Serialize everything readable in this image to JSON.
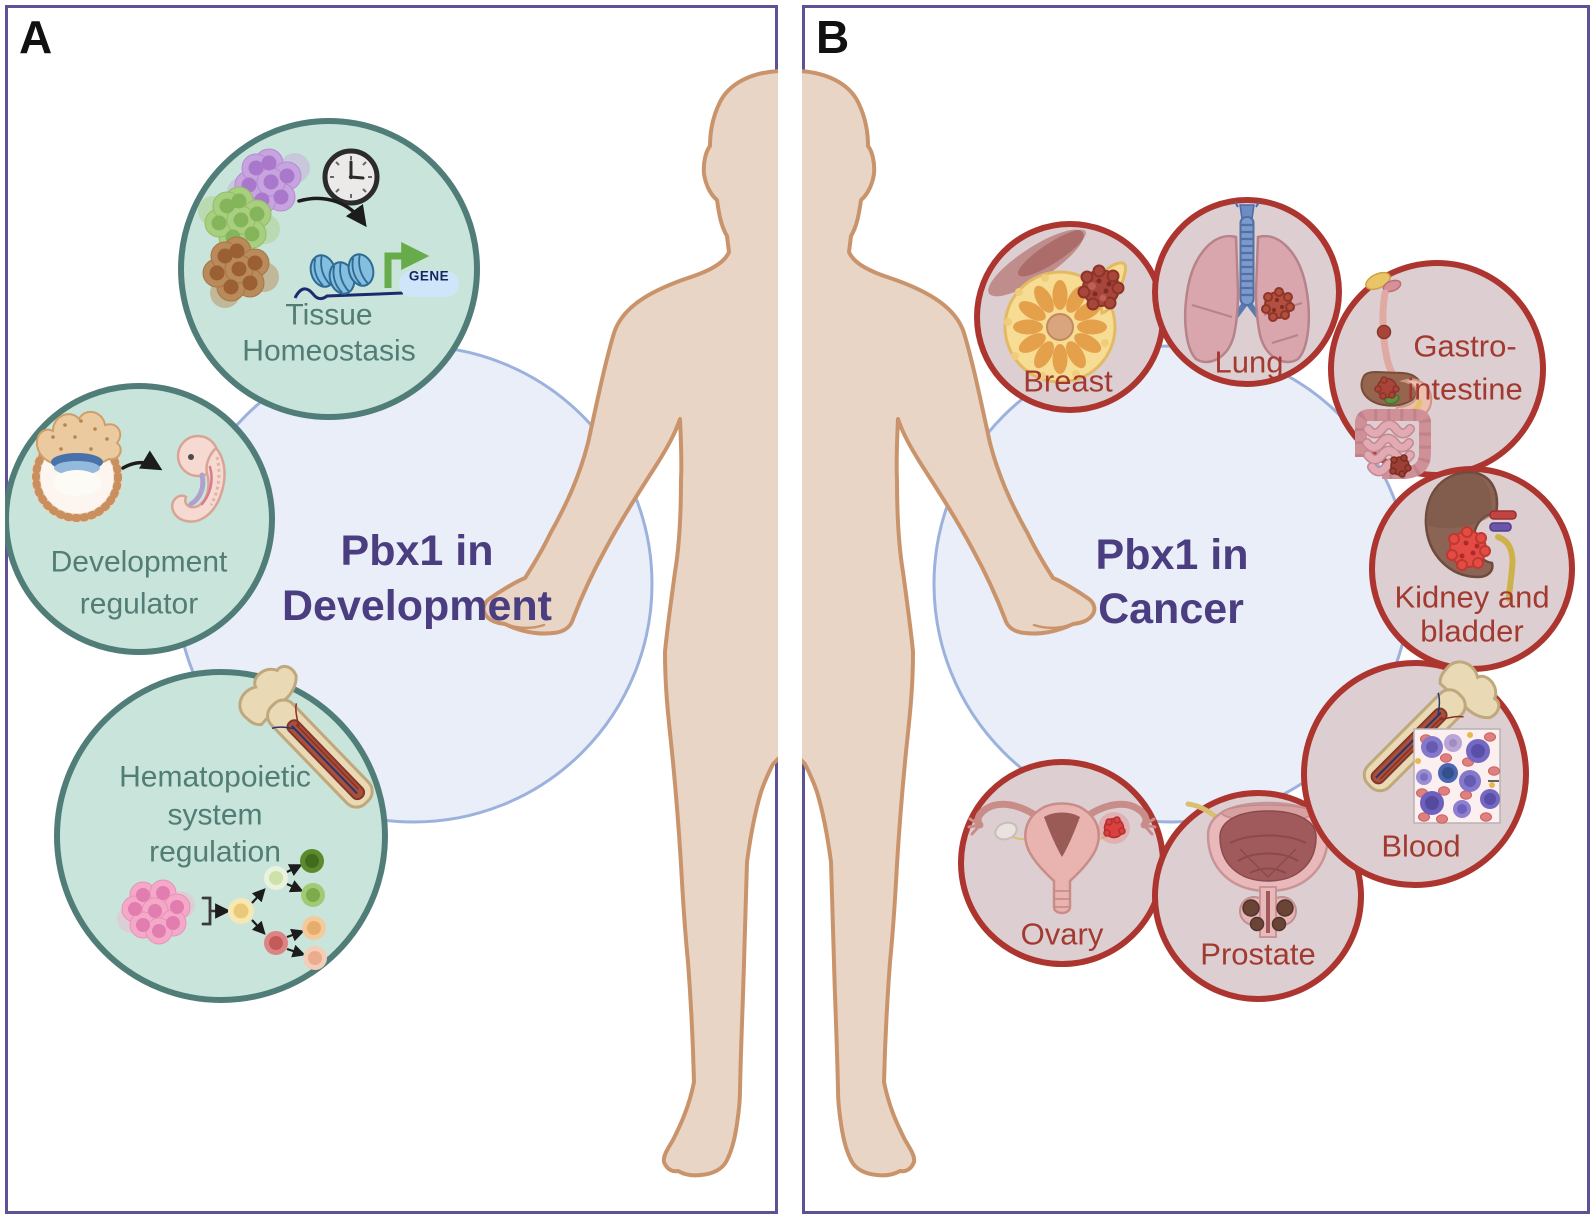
{
  "colors": {
    "panel_border": "#5d5296",
    "hub_circle_fill": "#e9eef9",
    "hub_circle_stroke": "#9cb2dc",
    "body_fill": "#e9d5c5",
    "body_stroke": "#c9946b",
    "teal_bubble_fill": "#c9e5db",
    "teal_bubble_stroke": "#507d77",
    "teal_label": "#517d74",
    "cancer_bubble_fill": "#ddcfd1",
    "cancer_bubble_stroke": "#ad352f",
    "cancer_label": "#a23a31",
    "title_color": "#4a3d80",
    "letter_color": "#111111",
    "gene_pill_fill": "#cfe6fa",
    "gene_text": "#17265c"
  },
  "panels": [
    {
      "letter": "A",
      "title": {
        "line1": "Pbx1 in",
        "line2": "Development"
      },
      "gene_tag": "GENE",
      "bubbles": [
        {
          "id": "tissue-homeostasis",
          "line1": "Tissue",
          "line2": "Homeostasis"
        },
        {
          "id": "development-regulator",
          "line1": "Development",
          "line2": "regulator"
        },
        {
          "id": "hematopoietic-system-regulation",
          "line1": "Hematopoietic",
          "line2": "system",
          "line3": "regulation"
        }
      ]
    },
    {
      "letter": "B",
      "title": {
        "line1": "Pbx1 in",
        "line2": "Cancer"
      },
      "organs": [
        {
          "id": "breast",
          "line1": "Breast"
        },
        {
          "id": "lung",
          "line1": "Lung"
        },
        {
          "id": "gastro-intestine",
          "line1": "Gastro-",
          "line2": "intestine"
        },
        {
          "id": "kidney-bladder",
          "line1": "Kidney and",
          "line2": "bladder"
        },
        {
          "id": "blood",
          "line1": "Blood"
        },
        {
          "id": "prostate",
          "line1": "Prostate"
        },
        {
          "id": "ovary",
          "line1": "Ovary"
        }
      ]
    }
  ]
}
